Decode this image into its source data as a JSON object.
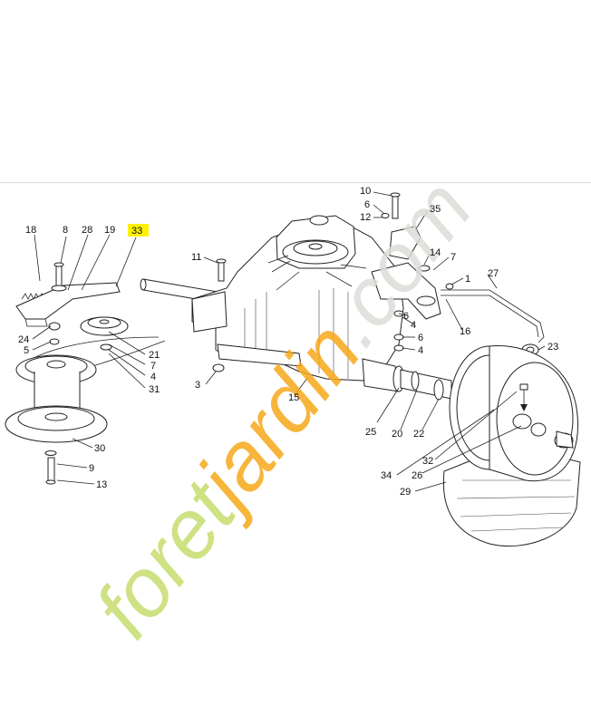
{
  "watermark": {
    "text": "foretjardin.com",
    "colors": {
      "orange": "#f6a91a",
      "green": "#c6dd6e",
      "gray": "#dcdcd8"
    }
  },
  "highlight_color": "#fff200",
  "callouts": [
    {
      "id": "c18",
      "label": "18"
    },
    {
      "id": "c8a",
      "label": "8"
    },
    {
      "id": "c28",
      "label": "28"
    },
    {
      "id": "c19",
      "label": "19"
    },
    {
      "id": "c33",
      "label": "33",
      "highlighted": true
    },
    {
      "id": "c24",
      "label": "24"
    },
    {
      "id": "c5",
      "label": "5"
    },
    {
      "id": "c21",
      "label": "21"
    },
    {
      "id": "c7a",
      "label": "7"
    },
    {
      "id": "c4a",
      "label": "4"
    },
    {
      "id": "c31",
      "label": "31"
    },
    {
      "id": "c30",
      "label": "30"
    },
    {
      "id": "c9",
      "label": "9"
    },
    {
      "id": "c13",
      "label": "13"
    },
    {
      "id": "c11",
      "label": "11"
    },
    {
      "id": "c3",
      "label": "3"
    },
    {
      "id": "c15",
      "label": "15"
    },
    {
      "id": "c10",
      "label": "10"
    },
    {
      "id": "c6a",
      "label": "6"
    },
    {
      "id": "c12",
      "label": "12"
    },
    {
      "id": "c35",
      "label": "35"
    },
    {
      "id": "c14",
      "label": "14"
    },
    {
      "id": "c7b",
      "label": "7"
    },
    {
      "id": "c1",
      "label": "1"
    },
    {
      "id": "c27",
      "label": "27"
    },
    {
      "id": "c6b",
      "label": "6"
    },
    {
      "id": "c4b",
      "label": "4"
    },
    {
      "id": "c16",
      "label": "16"
    },
    {
      "id": "c6c",
      "label": "6"
    },
    {
      "id": "c4c",
      "label": "4"
    },
    {
      "id": "c23",
      "label": "23"
    },
    {
      "id": "c25",
      "label": "25"
    },
    {
      "id": "c20",
      "label": "20"
    },
    {
      "id": "c22",
      "label": "22"
    },
    {
      "id": "c32",
      "label": "32"
    },
    {
      "id": "c34",
      "label": "34"
    },
    {
      "id": "c26",
      "label": "26"
    },
    {
      "id": "c29",
      "label": "29"
    }
  ]
}
